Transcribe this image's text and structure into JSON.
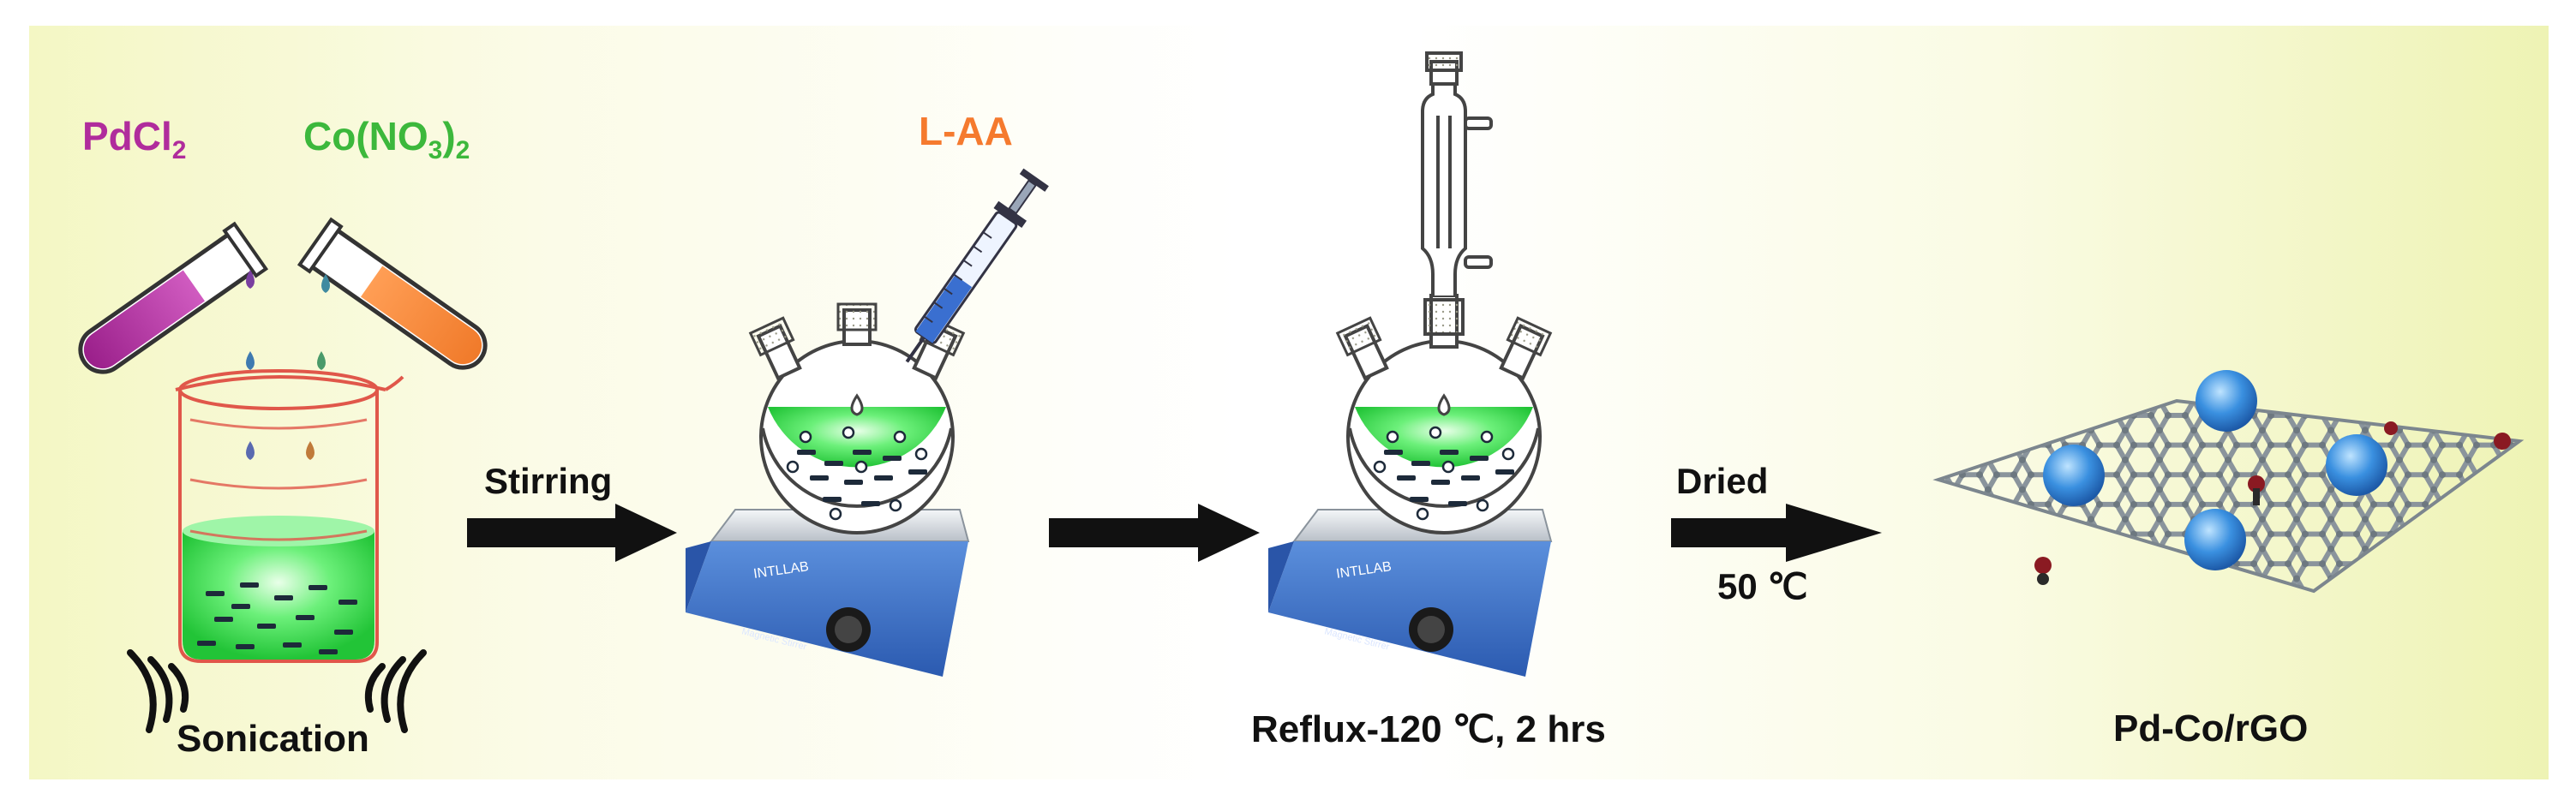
{
  "colors": {
    "pdcl2": "#b02c9c",
    "cono3": "#3cb83c",
    "laa": "#f57a2e",
    "solution_green": "#3ce04c",
    "stirrer_blue": "#3a6fc4",
    "nanoparticle_blue": "#3a90e0",
    "arrow": "#111111"
  },
  "reagents": {
    "pd_main": "PdCl",
    "pd_sub": "2",
    "co_main": "Co(NO",
    "co_sub1": "3",
    "co_close": ")",
    "co_sub2": "2",
    "laa": "L-AA"
  },
  "steps": {
    "stirring": "Stirring",
    "dried": "Dried",
    "temperature": "50 ℃"
  },
  "captions": {
    "sonication": "Sonication",
    "reflux": "Reflux-120 ℃, 2 hrs",
    "product": "Pd-Co/rGO"
  },
  "equipment": {
    "stirrer_brand": "INTLLAB",
    "stirrer_model": "Magnetic Stirrer"
  },
  "icons": [
    "test-tube-icon",
    "beaker-icon",
    "sound-wave-icon",
    "syringe-icon",
    "three-neck-flask-icon",
    "condenser-icon",
    "magnetic-stirrer-icon",
    "graphene-sheet-icon",
    "nanoparticle-icon",
    "arrow-icon"
  ]
}
